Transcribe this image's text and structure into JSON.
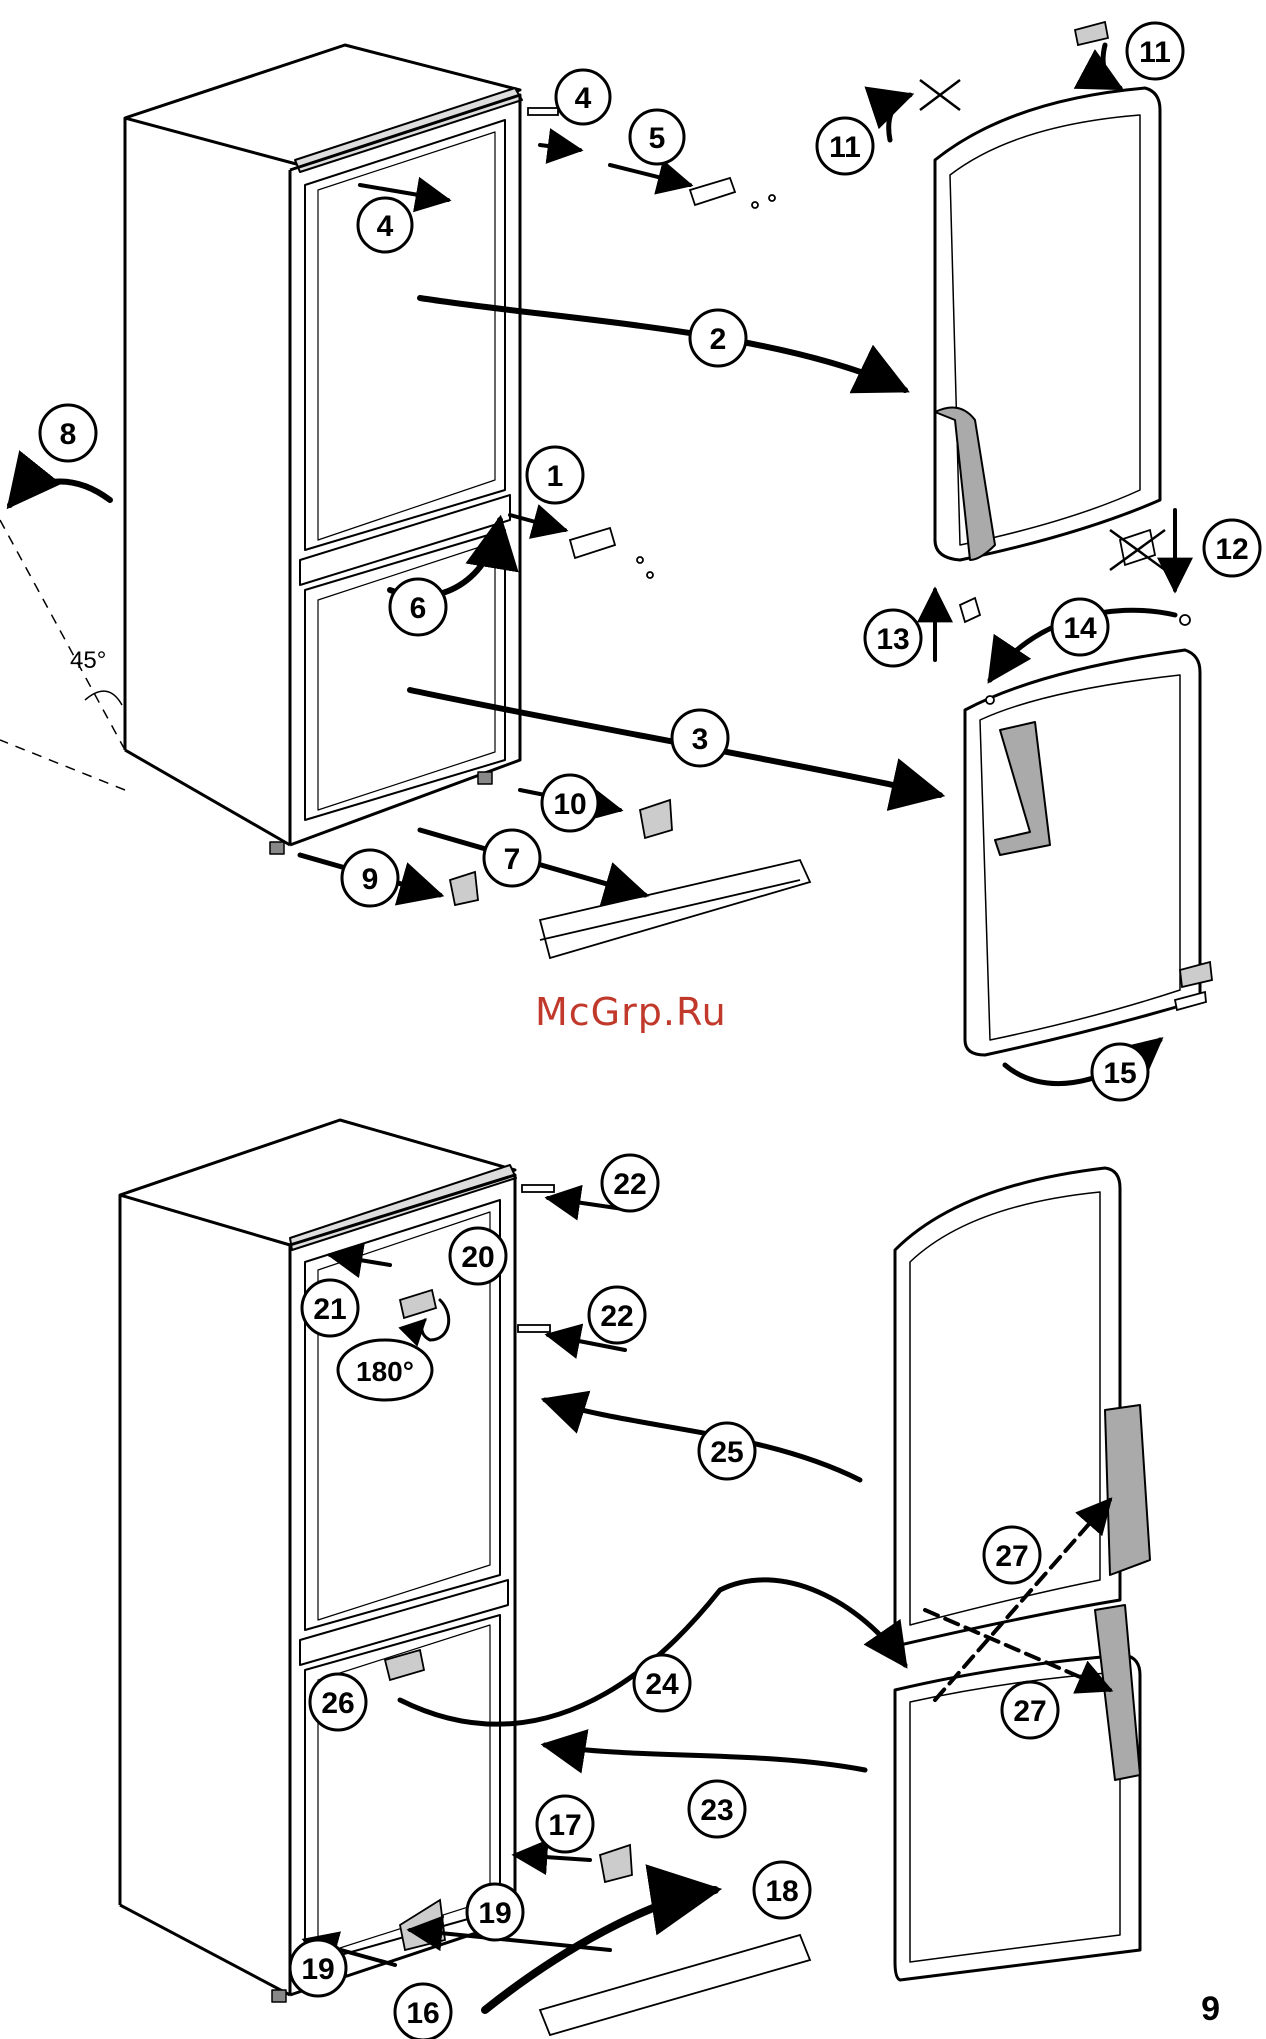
{
  "watermark": "McGrp.Ru",
  "page_number": "9",
  "angle_label": "45°",
  "rotation_label": "180°",
  "callouts": [
    "1",
    "2",
    "3",
    "4",
    "5",
    "6",
    "7",
    "8",
    "9",
    "10",
    "11",
    "12",
    "13",
    "14",
    "15",
    "16",
    "17",
    "18",
    "19",
    "20",
    "21",
    "22",
    "23",
    "24",
    "25",
    "26",
    "27"
  ]
}
